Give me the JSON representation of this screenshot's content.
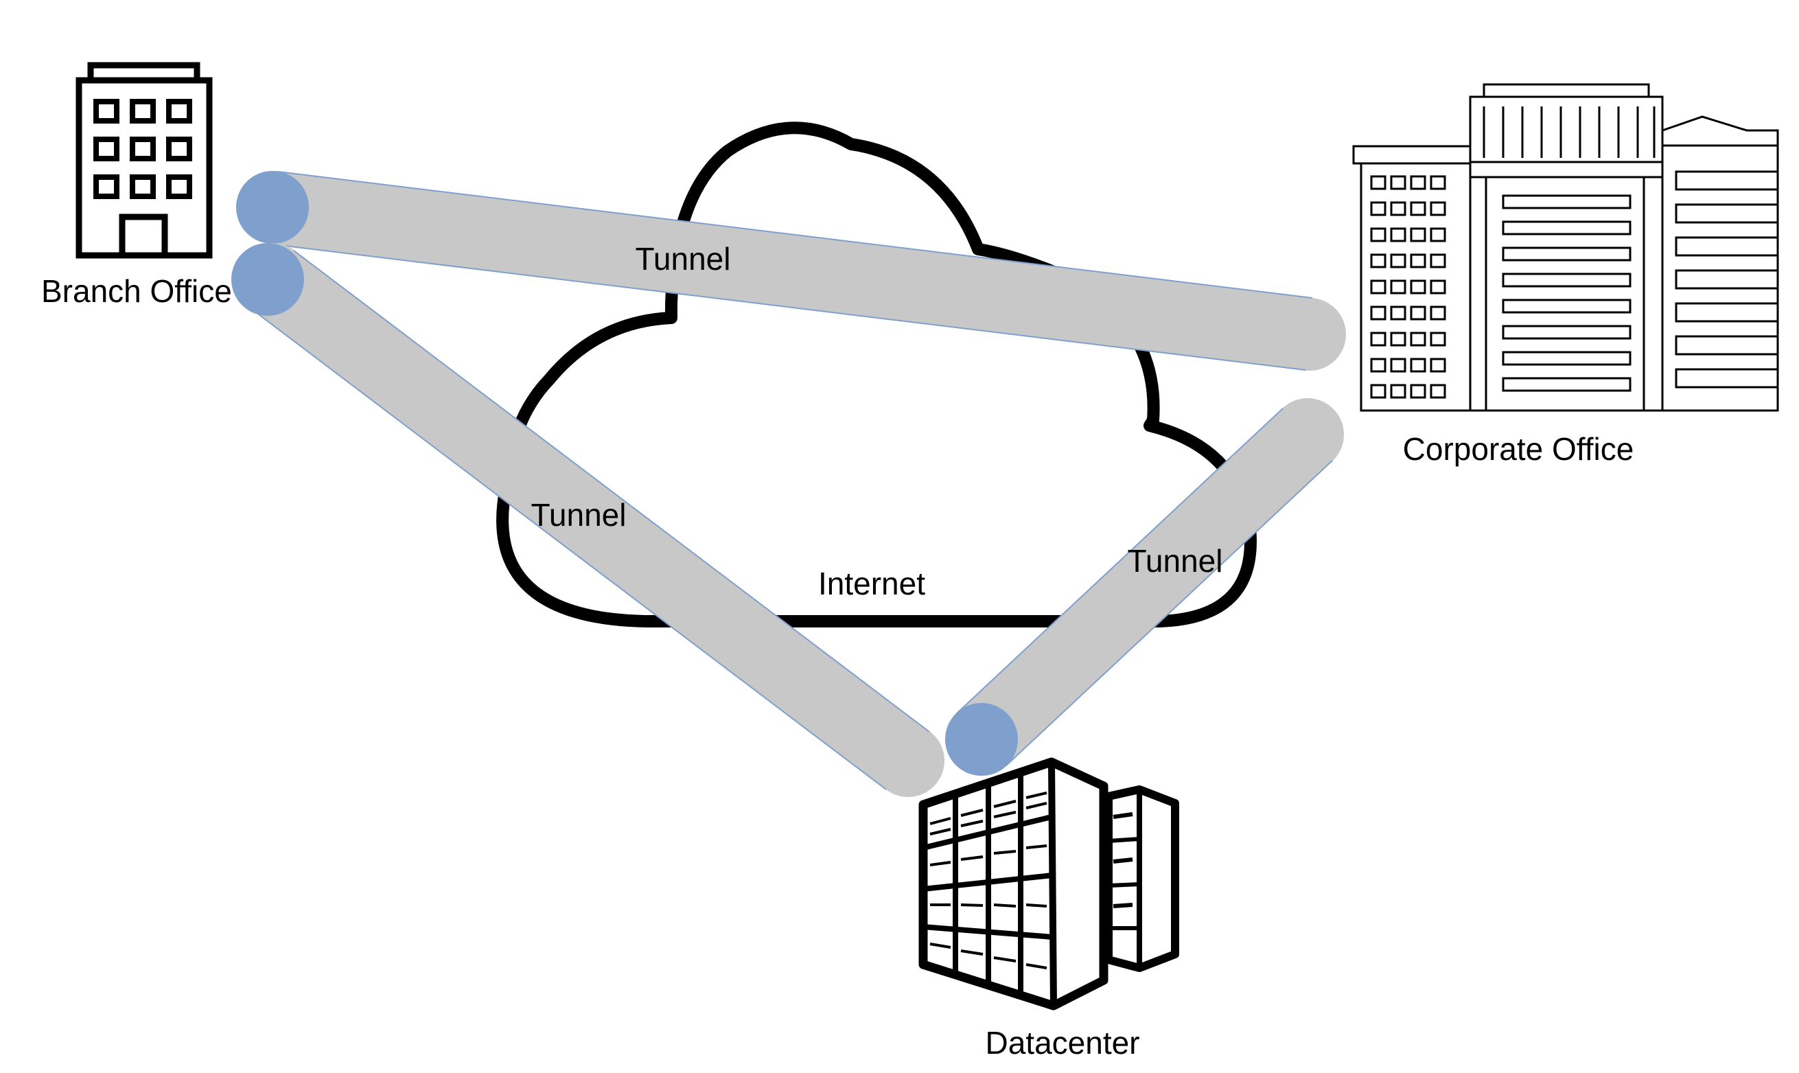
{
  "cloud": {
    "label": "Internet"
  },
  "sites": {
    "branch": {
      "label": "Branch Office",
      "icon": "office-building-icon"
    },
    "corporate": {
      "label": "Corporate Office",
      "icon": "corporate-campus-icon"
    },
    "datacenter": {
      "label": "Datacenter",
      "icon": "datacenter-building-icon"
    }
  },
  "tunnels": [
    {
      "label": "Tunnel",
      "from": "branch",
      "to": "corporate"
    },
    {
      "label": "Tunnel",
      "from": "branch",
      "to": "datacenter"
    },
    {
      "label": "Tunnel",
      "from": "datacenter",
      "to": "corporate"
    }
  ],
  "colors": {
    "tunnel": "#c8c8c8",
    "endpoint": "#7f9fcd",
    "outline": "#000000"
  }
}
